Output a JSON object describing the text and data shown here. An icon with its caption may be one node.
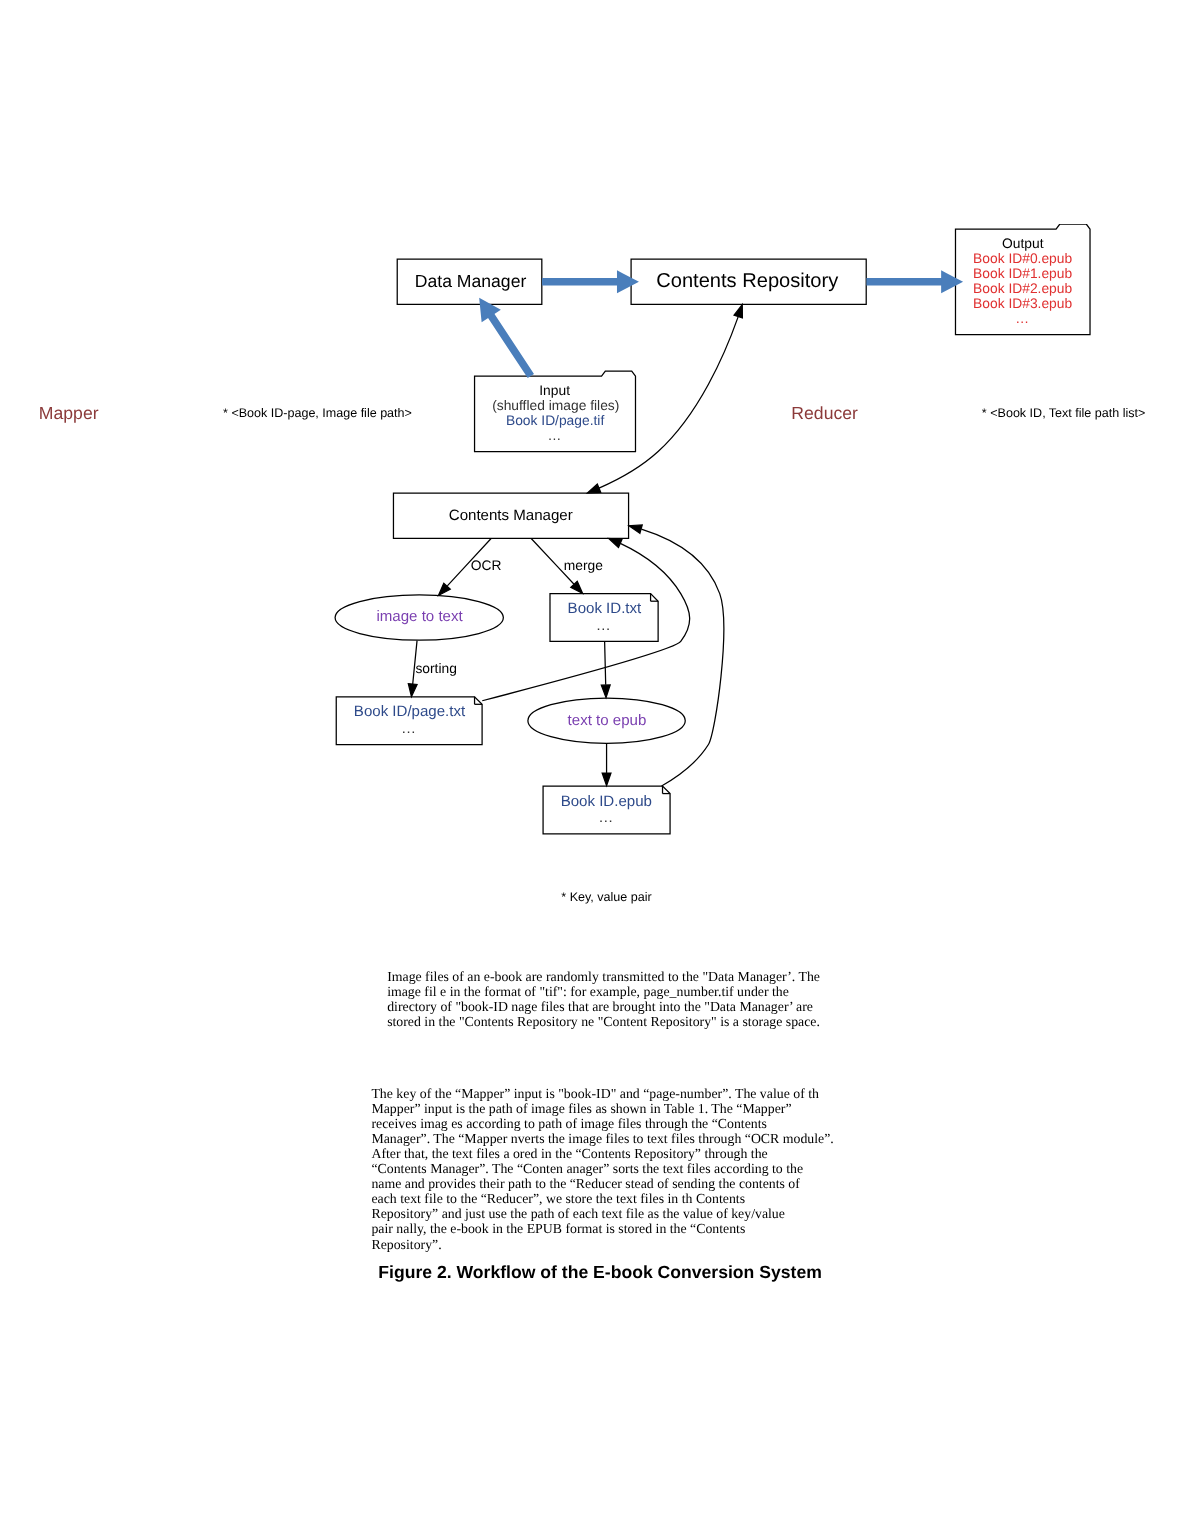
{
  "diagram": {
    "caption": "Figure 2. Workflow of the E-book Conversion System",
    "nodes": [
      {
        "text": [
          "Data Manager"
        ]
      },
      {
        "text": [
          "Contents Repository"
        ]
      },
      {
        "text": [
          "Output",
          "Book ID#0.epub",
          "Book ID#1.epub",
          "Book ID#2.epub",
          "Book ID#3.epub",
          "…"
        ]
      },
      {
        "text": [
          "Input",
          "(shuffled image files)",
          "Book ID/page.tif",
          "…"
        ]
      },
      {
        "text": [
          "Contents Manager"
        ]
      },
      {
        "text": [
          "image to text"
        ]
      },
      {
        "text": [
          "Book ID/page.txt",
          "…"
        ]
      },
      {
        "text": [
          "Book ID.txt",
          "…"
        ]
      },
      {
        "text": [
          "text to epub"
        ]
      },
      {
        "text": [
          "Book ID.epub",
          "…"
        ]
      }
    ],
    "edges": [
      {
        "from": 3,
        "to": 0,
        "arrow": "to",
        "style": "thick",
        "color": "#4a7ebb"
      },
      {
        "from": 0,
        "to": 1,
        "arrow": "to",
        "style": "thick",
        "color": "#4a7ebb"
      },
      {
        "from": 1,
        "to": 2,
        "arrow": "to",
        "style": "thick",
        "color": "#4a7ebb"
      },
      {
        "from": 1,
        "to": 4,
        "arrow": "both"
      },
      {
        "from": 4,
        "to": 5,
        "arrow": "to",
        "label": "OCR"
      },
      {
        "from": 5,
        "to": 6,
        "arrow": "to",
        "label": "sorting"
      },
      {
        "from": 6,
        "to": 4,
        "arrow": "to"
      },
      {
        "from": 4,
        "to": 7,
        "arrow": "to",
        "label": "merge"
      },
      {
        "from": 7,
        "to": 8,
        "arrow": "to"
      },
      {
        "from": 8,
        "to": 9,
        "arrow": "to"
      },
      {
        "from": 9,
        "to": 4,
        "arrow": "to"
      }
    ],
    "labels": [
      "Mapper",
      "* <Book ID-page, Image file path>",
      "Reducer",
      "* <Book ID, Text file path list>",
      "* Key, value pair",
      "Image files of an e-book are randomly transmitted to the \"Data Manager’. The image fil e in the format of \"tif\": for example, page_number.tif under the directory of \"book-ID nage files that are brought into the \"Data Manager’ are stored in the \"Contents Repository ne \"Content Repository\" is a storage space.",
      "The key of the “Mapper” input is \"book-ID\" and “page-number”. The value of th Mapper” input is the path of image files as shown in Table 1. The “Mapper” receives imag es according to path of image files through the “Contents Manager”. The “Mapper nverts the image files to text files through “OCR module”. After that, the text files a ored in the “Contents Repository” through the “Contents Manager”. The “Conten anager” sorts the text files according to the name and provides their path to the “Reducer stead of sending the contents of each text file to the “Reducer”, we store the text files in th Contents Repository” and just use the path of each text file as the value of key/value pair nally, the e-book in the EPUB format is stored in the “Contents Repository”."
    ]
  }
}
